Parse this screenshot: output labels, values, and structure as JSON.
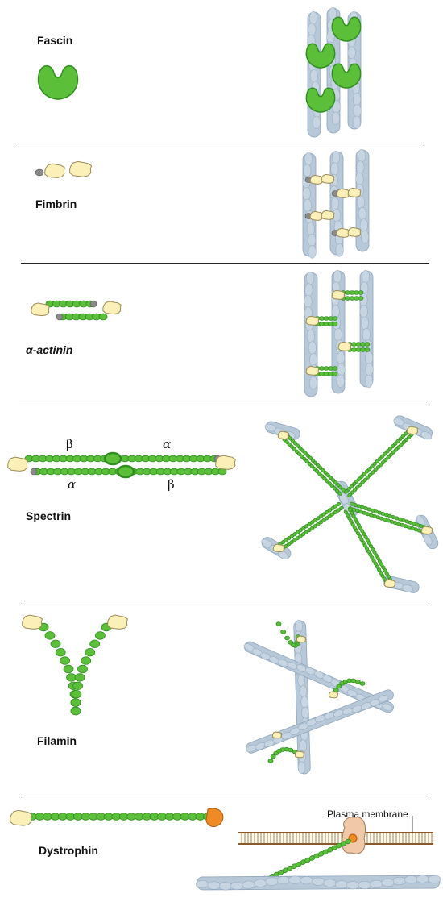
{
  "sections": [
    {
      "name": "Fascin"
    },
    {
      "name": "Fimbrin"
    },
    {
      "name": "α-actinin"
    },
    {
      "name": "Spectrin"
    },
    {
      "name": "Filamin"
    },
    {
      "name": "Dystrophin"
    }
  ],
  "spectrin_subunits": {
    "top_left": "β",
    "top_right": "α",
    "bottom_left": "α",
    "bottom_right": "β"
  },
  "membrane_label": "Plasma membrane",
  "colors": {
    "actin": "#b7c8d8",
    "actin_edge": "#8fa6bc",
    "green": "#5cbf3a",
    "green_dark": "#2f8f1f",
    "actin_binding_head": "#fbf0b8",
    "head_edge": "#9a8a55",
    "gray_cap": "#8a8a8a",
    "membrane_lipid": "#c9a36a",
    "membrane_protein": "#f2c9a8",
    "orange": "#f08a24"
  }
}
